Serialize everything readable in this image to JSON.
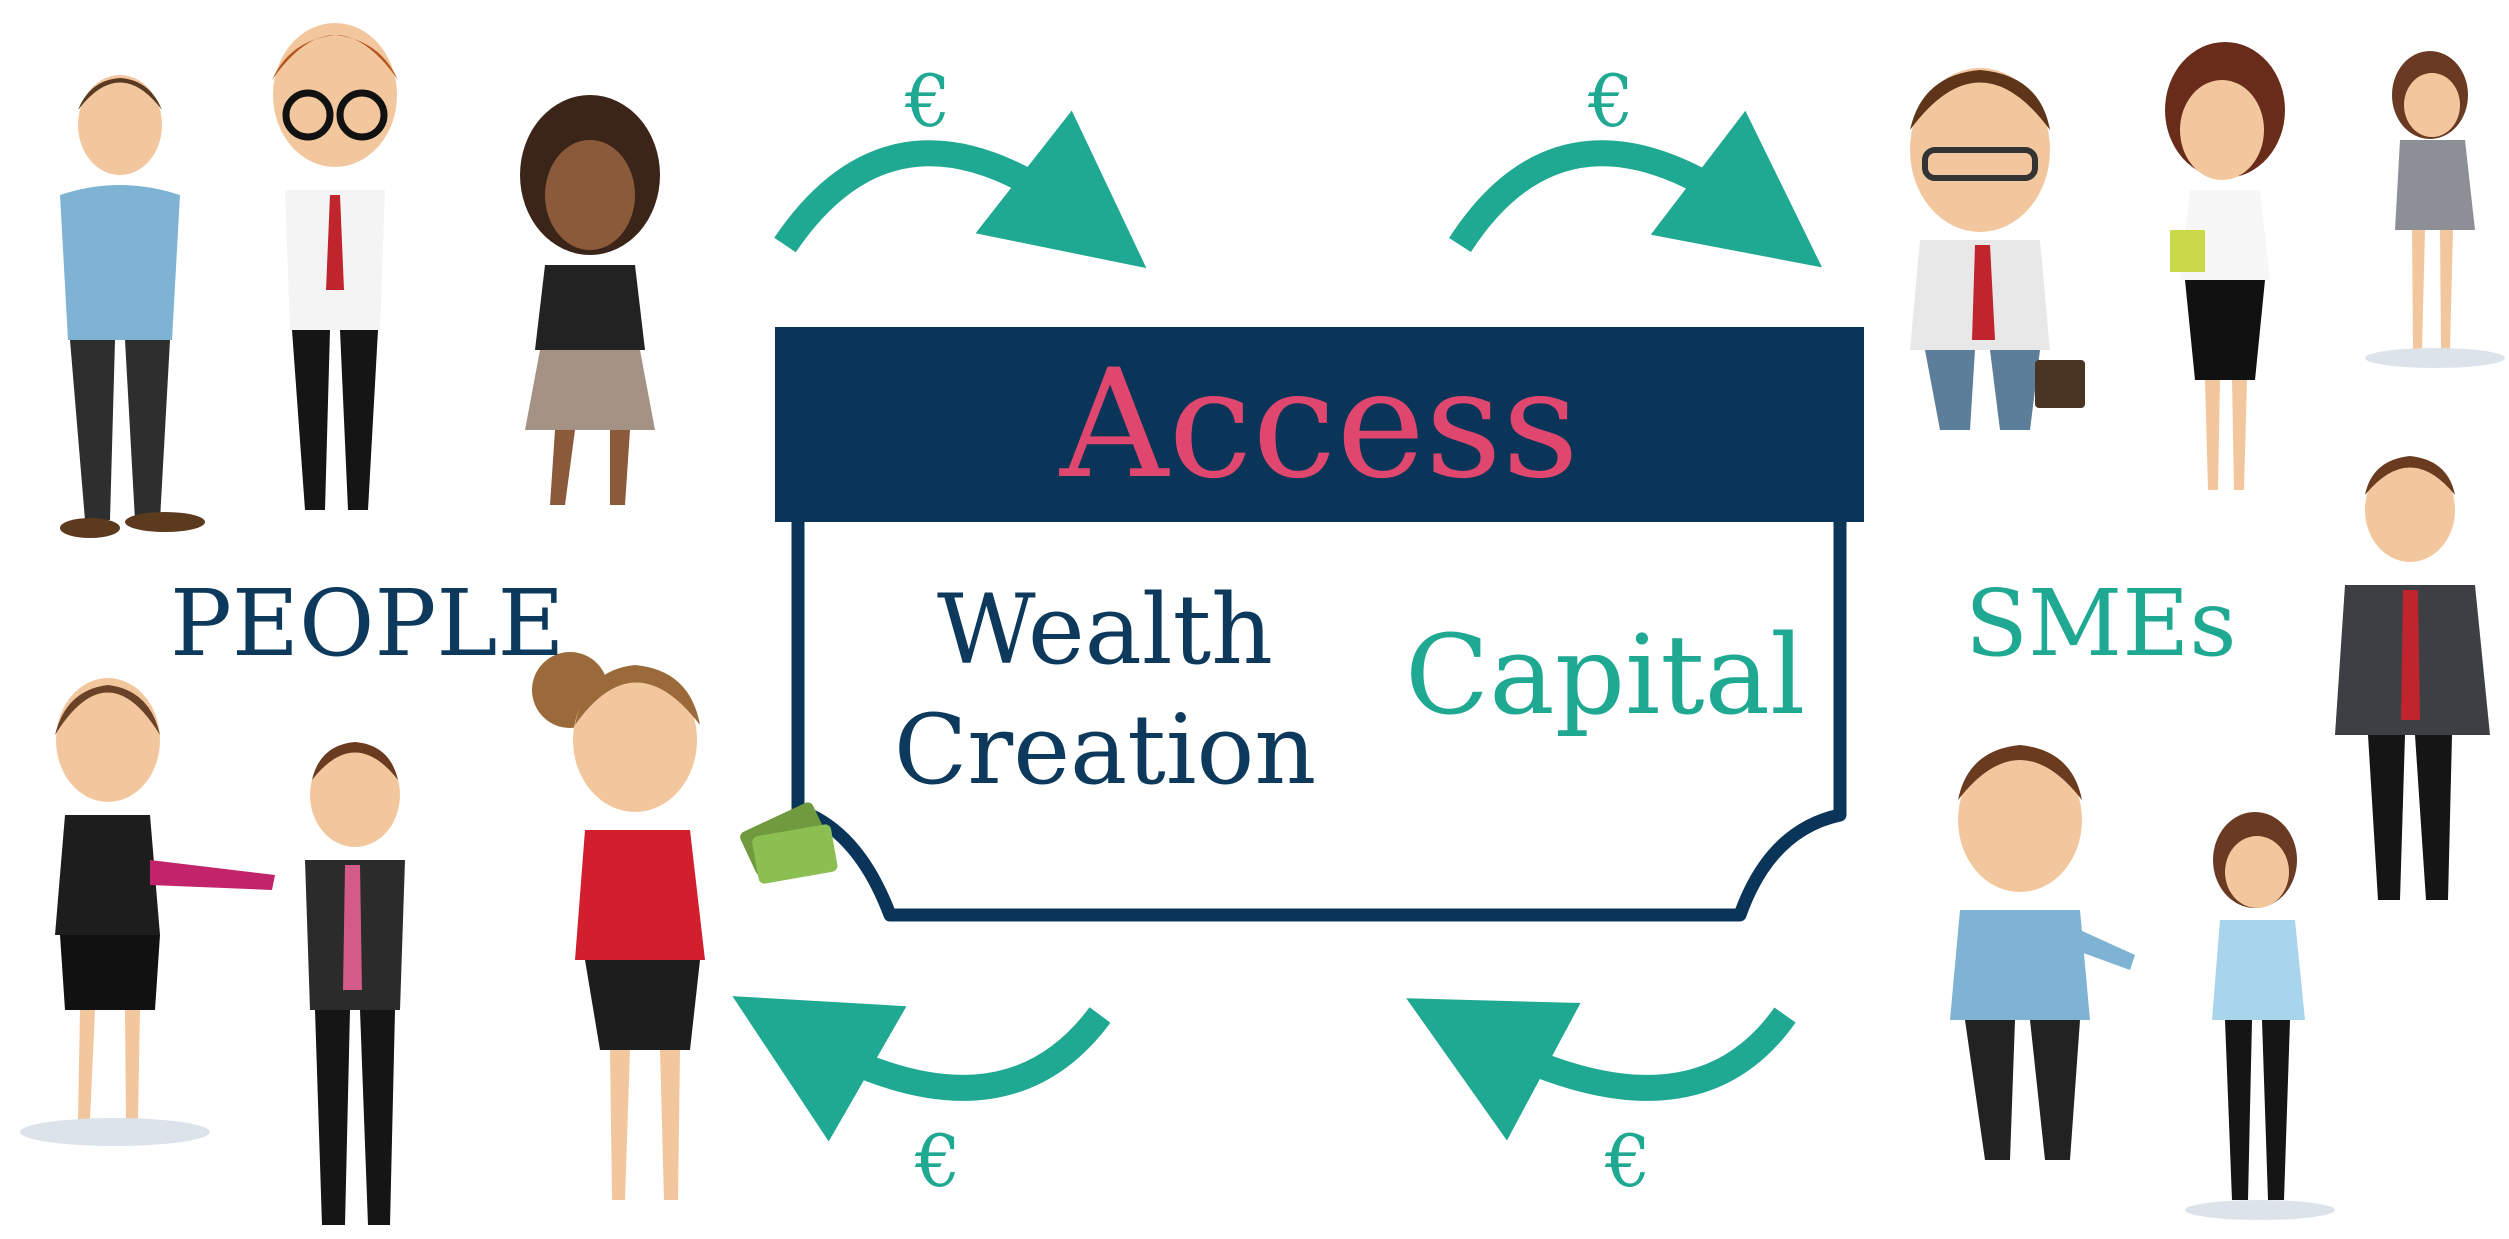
{
  "labels": {
    "people": "PEOPLE",
    "smes": "SMEs",
    "access": "Access",
    "wealth_line1": "Wealth",
    "wealth_line2": "Creation",
    "capital": "Capital",
    "euro": "€"
  },
  "colors": {
    "navy": "#0b3558",
    "teal": "#1fa892",
    "pink": "#e0476f"
  }
}
